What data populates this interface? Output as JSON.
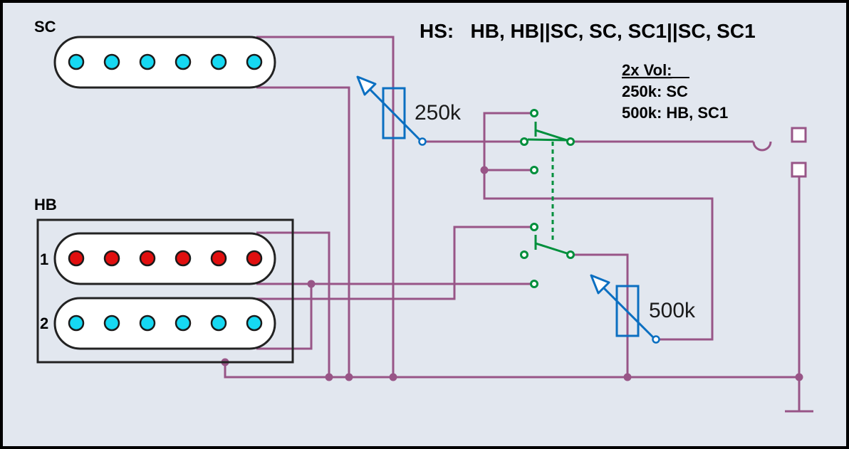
{
  "title": "HS:   HB, HB||SC, SC, SC1||SC, SC1",
  "pickups": {
    "sc_label": "SC",
    "hb_label": "HB",
    "coil1_label": "1",
    "coil2_label": "2"
  },
  "notes": {
    "heading": "2x Vol:",
    "line1": "250k: SC",
    "line2": "500k: HB, SC1"
  },
  "pots": {
    "pot1_value": "250k",
    "pot2_value": "500k"
  },
  "colors": {
    "background": "#e2e7ef",
    "wire": "#985587",
    "switch": "#008f3c",
    "pot": "#0b6fc1",
    "pole_blue": "#16d8f2",
    "pole_red": "#e10f0f"
  }
}
